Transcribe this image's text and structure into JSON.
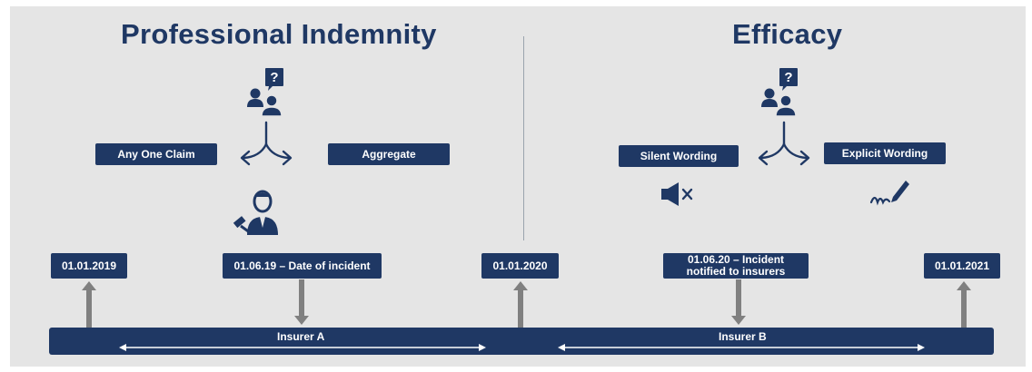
{
  "left": {
    "title": "Professional Indemnity",
    "option_a": "Any One Claim",
    "option_b": "Aggregate",
    "icons": {
      "people": "people-question-icon",
      "split": "split-arrow-icon",
      "judge": "judge-gavel-icon"
    }
  },
  "right": {
    "title": "Efficacy",
    "option_a": "Silent Wording",
    "option_b": "Explicit Wording",
    "icons": {
      "people": "people-question-icon",
      "split": "split-arrow-icon",
      "mute": "speaker-mute-icon",
      "sign": "signature-pen-icon"
    }
  },
  "timeline": {
    "dates": [
      "01.01.2019",
      "01.06.19 – Date of incident",
      "01.01.2020",
      "01.06.20 – Incident notified to insurers",
      "01.01.2021"
    ],
    "insurer_a": "Insurer A",
    "insurer_b": "Insurer B"
  },
  "colors": {
    "navy": "#1f3864",
    "grey_arrow": "#808080",
    "background": "#e5e5e5"
  }
}
